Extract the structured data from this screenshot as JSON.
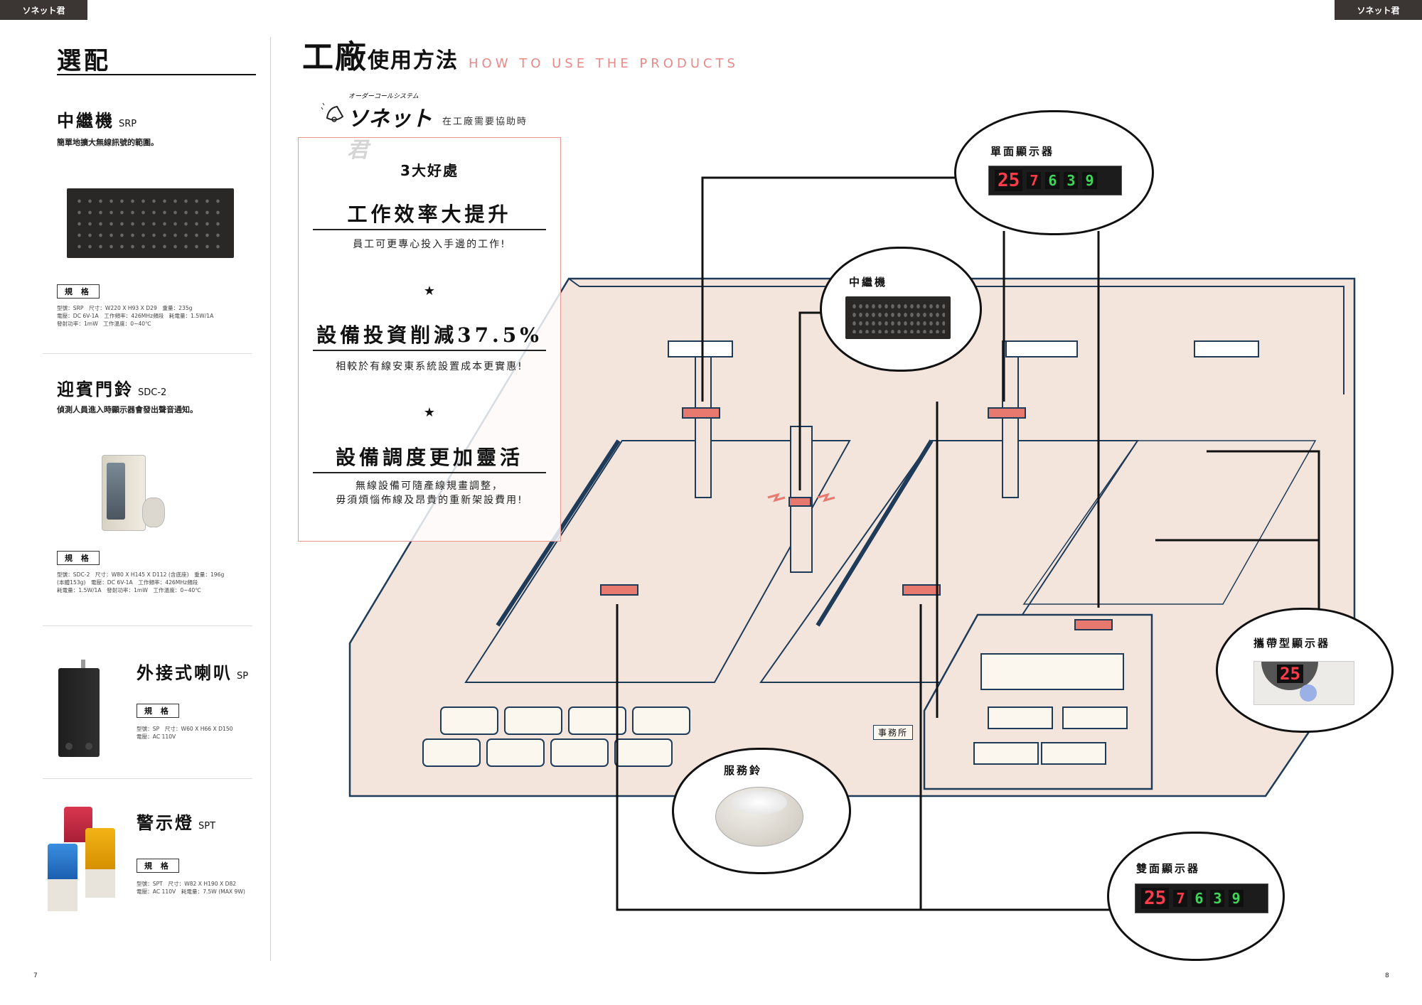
{
  "header": {
    "brand_tab_left": "ソネット君",
    "brand_tab_right": "ソネット君"
  },
  "left": {
    "section_title": "選配",
    "products": [
      {
        "name": "中繼機",
        "model": "SRP",
        "desc": "簡單地擴大無線訊號的範圍。",
        "spec_label": "規 格",
        "spec": "型號：SRP　尺寸：W220 X H93 X D29　重量：235g\n電壓：DC 6V-1A　工作頻率：426MHz頻段　耗電量：1.5W/1A\n發射功率：1mW　工作溫度：0~40℃"
      },
      {
        "name": "迎賓門鈴",
        "model": "SDC-2",
        "desc": "偵測人員進入時顯示器會發出聲音通知。",
        "spec_label": "規 格",
        "spec": "型號：SDC-2　尺寸：W80 X H145 X D112 (含底座)　重量：196g\n(本體153g)　電壓：DC 6V-1A　工作頻率：426MHz頻段\n耗電量：1.5W/1A　發射功率：1mW　工作溫度：0~40℃"
      },
      {
        "name": "外接式喇叭",
        "model": "SP",
        "spec_label": "規 格",
        "spec": "型號：SP　尺寸：W60 X H66 X D150\n電壓：AC 110V"
      },
      {
        "name": "警示燈",
        "model": "SPT",
        "spec_label": "規 格",
        "spec": "型號：SPT　尺寸：W82 X H190 X D82\n電壓：AC 110V　耗電量：7.5W (MAX 9W)"
      }
    ]
  },
  "main": {
    "title_big": "工廠",
    "title_small": "使用方法",
    "title_en": "HOW TO USE THE PRODUCTS",
    "logo_text": "ソネット君",
    "logo_tagline": "オーダーコールシステム",
    "logo_sub": "在工廠需要協助時",
    "benefits": {
      "heading": "3大好處",
      "items": [
        {
          "title": "工作效率大提升",
          "desc": "員工可更專心投入手邊的工作!"
        },
        {
          "title": "設備投資削減37.5%",
          "desc": "相較於有線安東系統設置成本更實惠!"
        },
        {
          "title": "設備調度更加靈活",
          "desc": "無線設備可隨產線規畫調整，\n毋須煩惱佈線及昂貴的重新架設費用!"
        }
      ],
      "star": "★"
    },
    "callouts": {
      "single_display": {
        "label": "單面顯示器",
        "digits": [
          "25",
          "7",
          "6",
          "3",
          "9"
        ]
      },
      "relay": {
        "label": "中繼機"
      },
      "portable_display": {
        "label": "攜帶型顯示器",
        "digits": "25"
      },
      "service_bell": {
        "label": "服務鈴"
      },
      "double_display": {
        "label": "雙面顯示器",
        "digits": [
          "25",
          "7",
          "6",
          "3",
          "9"
        ]
      }
    },
    "office_label": "事務所"
  },
  "footer": {
    "page_left": "7",
    "page_right": "8"
  },
  "colors": {
    "floor": "#f3e4dc",
    "line": "#1e3c5a",
    "accent": "#e8796f",
    "title_en": "#e88a88"
  }
}
